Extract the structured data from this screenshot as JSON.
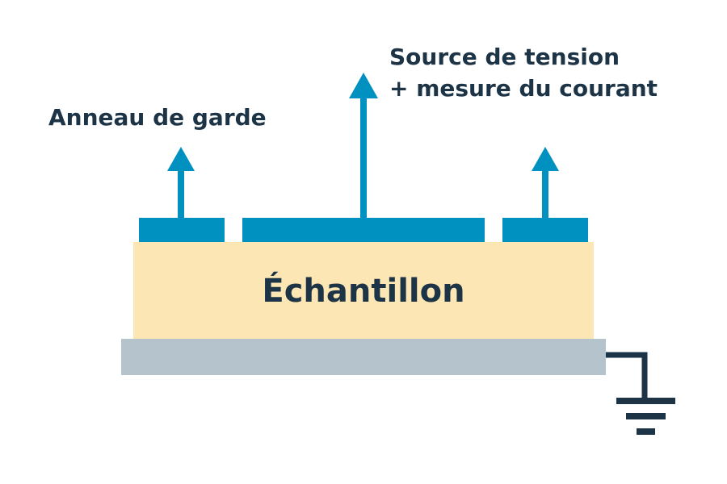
{
  "labels": {
    "guard_ring": "Anneau de garde",
    "source_line1": "Source de tension",
    "source_line2": "+ mesure du courant",
    "sample": "Échantillon"
  },
  "colors": {
    "electrode": "#0191c0",
    "sample": "#fce6b4",
    "base_plate": "#b4c3cc",
    "ground": "#1d3447",
    "text": "#1d3447",
    "background": "#ffffff"
  }
}
